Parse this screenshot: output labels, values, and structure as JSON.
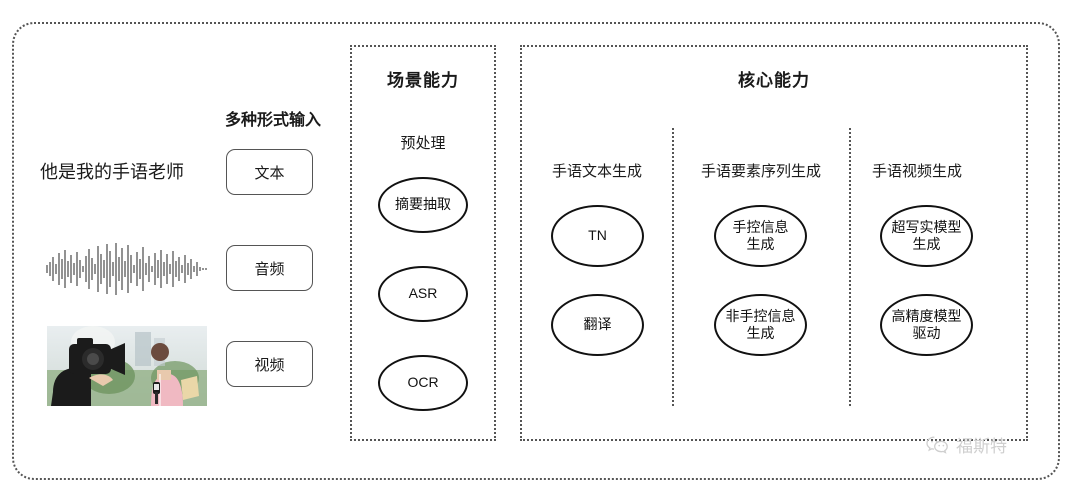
{
  "diagram": {
    "input_section": {
      "heading": "多种形式输入",
      "sample_text": "他是我的手语老师",
      "modalities": [
        {
          "label": "文本",
          "icon": "text-icon"
        },
        {
          "label": "音频",
          "icon": "waveform-icon"
        },
        {
          "label": "视频",
          "icon": "video-thumbnail-icon"
        }
      ]
    },
    "scene_panel": {
      "title": "场景能力",
      "columns": [
        {
          "heading": "预处理",
          "nodes": [
            "摘要抽取",
            "ASR",
            "OCR"
          ]
        }
      ]
    },
    "core_panel": {
      "title": "核心能力",
      "columns": [
        {
          "heading": "手语文本生成",
          "nodes": [
            "TN",
            "翻译"
          ]
        },
        {
          "heading": "手语要素序列生成",
          "nodes": [
            "手控信息\n生成",
            "非手控信息\n生成"
          ]
        },
        {
          "heading": "手语视频生成",
          "nodes": [
            "超写实模型\n生成",
            "高精度模型\n驱动"
          ]
        }
      ]
    },
    "watermark": {
      "text": "福斯特",
      "icon": "wechat-icon"
    },
    "colors": {
      "border": "#555555",
      "node_border": "#111111",
      "text": "#1a1a1a",
      "watermark": "#cfcfcf",
      "background": "#ffffff"
    }
  }
}
